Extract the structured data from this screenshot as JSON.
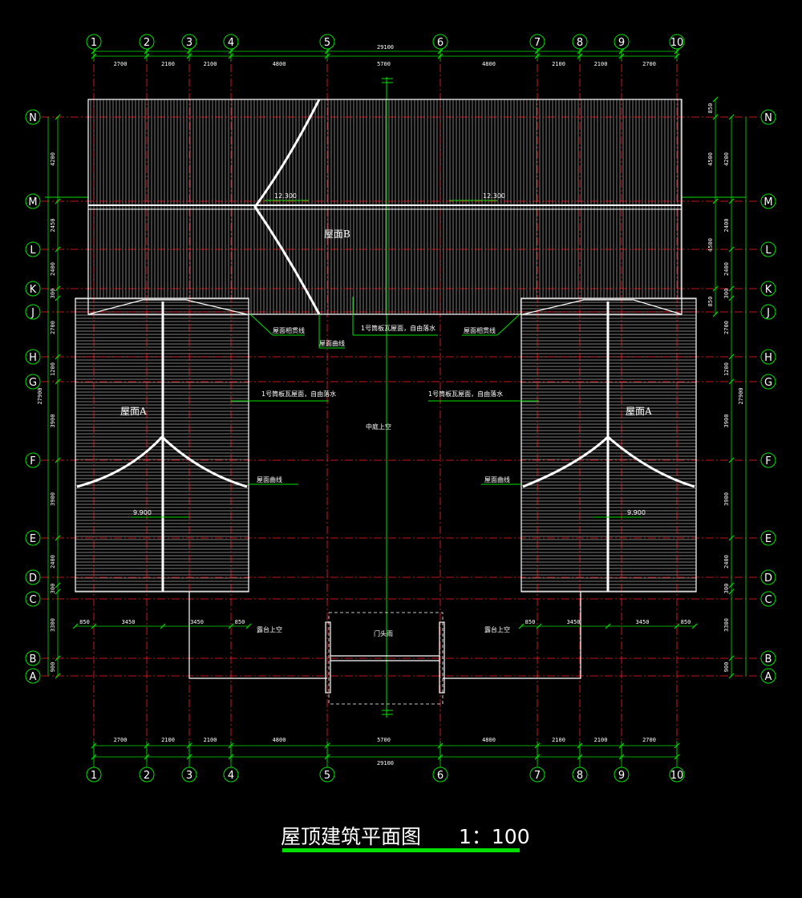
{
  "title": "屋顶建筑平面图",
  "scale": "1：100",
  "colors": {
    "background": "#000000",
    "axis_grid": "#ff2020",
    "dimension": "#00e000",
    "outline": "#ffffff",
    "tile_hatch": "#9a9a9a"
  },
  "axes": {
    "numeric": [
      "1",
      "2",
      "3",
      "4",
      "5",
      "6",
      "7",
      "8",
      "9",
      "10"
    ],
    "alpha": [
      "N",
      "M",
      "L",
      "K",
      "J",
      "H",
      "G",
      "F",
      "E",
      "D",
      "C",
      "B",
      "A"
    ]
  },
  "dimensions": {
    "horizontal_segments": [
      "2700",
      "2100",
      "2100",
      "4800",
      "5700",
      "4800",
      "2100",
      "2100",
      "2700"
    ],
    "horizontal_total": "29100",
    "left_vertical_segments": [
      "4200",
      "2450",
      "2400",
      "300",
      "2700",
      "1200",
      "3900",
      "3900",
      "2400",
      "300",
      "3300",
      "900"
    ],
    "left_vertical_total": "27900",
    "right_vertical_inner": [
      "850",
      "4500",
      "4500",
      "850"
    ],
    "right_vertical_outer": [
      "4200",
      "2400",
      "2400",
      "300",
      "2700",
      "1200",
      "3900",
      "3900",
      "2400",
      "300",
      "3300",
      "900"
    ],
    "right_vertical_total": "27900",
    "balcony_left": [
      "850",
      "3450",
      "3450",
      "850"
    ],
    "balcony_right": [
      "850",
      "3450",
      "3450",
      "850"
    ]
  },
  "labels": {
    "roof_a": "屋面A",
    "roof_b": "屋面B",
    "ridge_elev_left": "12.300",
    "ridge_elev_right": "12.300",
    "wing_elev_left": "9.900",
    "wing_elev_right": "9.900",
    "roof_intersection_left": "屋面相贯线",
    "roof_intersection_right": "屋面相贯线",
    "roof_curve_top": "屋面曲线",
    "roof_curve_left": "屋面曲线",
    "roof_curve_right": "屋面曲线",
    "tile_roof_top": "1号筒板瓦屋面，自由落水",
    "tile_roof_left": "1号筒板瓦屋面，自由落水",
    "tile_roof_right": "1号筒板瓦屋面，自由落水",
    "courtyard": "中庭上空",
    "terrace_left": "露台上空",
    "terrace_right": "露台上空",
    "gate_roof": "门头雨"
  }
}
